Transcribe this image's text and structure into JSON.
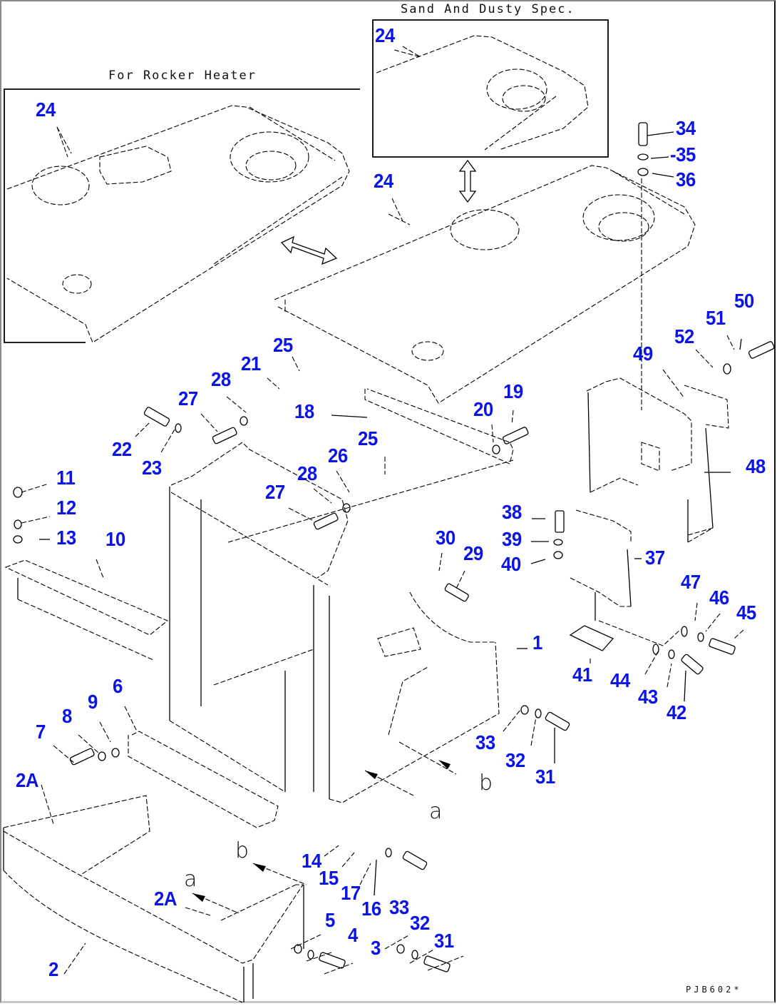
{
  "diagram": {
    "type": "exploded-parts-diagram",
    "drawing_number": "PJB602*",
    "insets": [
      {
        "id": "rocker-heater",
        "caption": "For Rocker Heater",
        "part": "24"
      },
      {
        "id": "sand-dusty",
        "caption": "Sand And Dusty Spec.",
        "part": "24"
      }
    ],
    "view_labels": [
      "a",
      "b",
      "a",
      "b"
    ],
    "callouts": [
      {
        "id": "c-24-inset-left",
        "label": "24"
      },
      {
        "id": "c-24-inset-right",
        "label": "24"
      },
      {
        "id": "c-24-main",
        "label": "24"
      },
      {
        "id": "c-34",
        "label": "34"
      },
      {
        "id": "c-35",
        "label": "-35"
      },
      {
        "id": "c-36",
        "label": "36"
      },
      {
        "id": "c-25-top",
        "label": "25"
      },
      {
        "id": "c-21",
        "label": "21"
      },
      {
        "id": "c-28-top",
        "label": "28"
      },
      {
        "id": "c-27-top",
        "label": "27"
      },
      {
        "id": "c-18",
        "label": "18"
      },
      {
        "id": "c-22",
        "label": "22"
      },
      {
        "id": "c-23",
        "label": "23"
      },
      {
        "id": "c-25-mid",
        "label": "25"
      },
      {
        "id": "c-26",
        "label": "26"
      },
      {
        "id": "c-28-mid",
        "label": "28"
      },
      {
        "id": "c-27-mid",
        "label": "27"
      },
      {
        "id": "c-11",
        "label": "11"
      },
      {
        "id": "c-12",
        "label": "12"
      },
      {
        "id": "c-13",
        "label": "13"
      },
      {
        "id": "c-10",
        "label": "10"
      },
      {
        "id": "c-20",
        "label": "20"
      },
      {
        "id": "c-19",
        "label": "19"
      },
      {
        "id": "c-50",
        "label": "50"
      },
      {
        "id": "c-51",
        "label": "51"
      },
      {
        "id": "c-52",
        "label": "52"
      },
      {
        "id": "c-49",
        "label": "49"
      },
      {
        "id": "c-48",
        "label": "48"
      },
      {
        "id": "c-38",
        "label": "38"
      },
      {
        "id": "c-39",
        "label": "39"
      },
      {
        "id": "c-40",
        "label": "40"
      },
      {
        "id": "c-37",
        "label": "37"
      },
      {
        "id": "c-30",
        "label": "30"
      },
      {
        "id": "c-29",
        "label": "29"
      },
      {
        "id": "c-47",
        "label": "47"
      },
      {
        "id": "c-46",
        "label": "46"
      },
      {
        "id": "c-45",
        "label": "45"
      },
      {
        "id": "c-1",
        "label": "1"
      },
      {
        "id": "c-41",
        "label": "41"
      },
      {
        "id": "c-44",
        "label": "44"
      },
      {
        "id": "c-43",
        "label": "43"
      },
      {
        "id": "c-42",
        "label": "42"
      },
      {
        "id": "c-6",
        "label": "6"
      },
      {
        "id": "c-9",
        "label": "9"
      },
      {
        "id": "c-8",
        "label": "8"
      },
      {
        "id": "c-7",
        "label": "7"
      },
      {
        "id": "c-33-mid",
        "label": "33"
      },
      {
        "id": "c-32-mid",
        "label": "32"
      },
      {
        "id": "c-31-mid",
        "label": "31"
      },
      {
        "id": "c-2A-left",
        "label": "2A"
      },
      {
        "id": "c-2A-mid",
        "label": "2A"
      },
      {
        "id": "c-14",
        "label": "14"
      },
      {
        "id": "c-15",
        "label": "15"
      },
      {
        "id": "c-17",
        "label": "17"
      },
      {
        "id": "c-16",
        "label": "16"
      },
      {
        "id": "c-33-bot",
        "label": "33"
      },
      {
        "id": "c-32-bot",
        "label": "32"
      },
      {
        "id": "c-31-bot",
        "label": "31"
      },
      {
        "id": "c-5",
        "label": "5"
      },
      {
        "id": "c-4",
        "label": "4"
      },
      {
        "id": "c-3",
        "label": "3"
      },
      {
        "id": "c-2",
        "label": "2"
      }
    ],
    "colors": {
      "callout": "#0a14e6",
      "line": "#000000",
      "background": "#ffffff"
    }
  }
}
